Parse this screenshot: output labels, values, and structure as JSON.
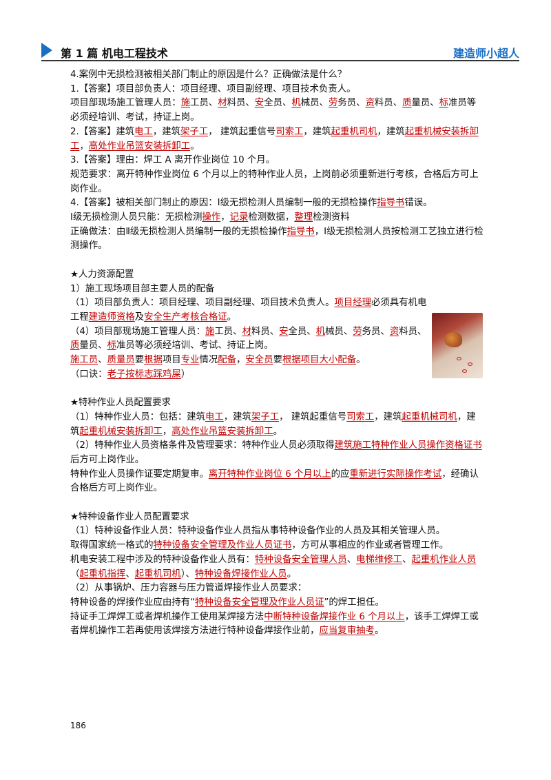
{
  "header": {
    "left": "第 1 篇 机电工程技术",
    "right": "建造师小超人"
  },
  "page_number": "186",
  "colors": {
    "accent_blue": "#1a6fc4",
    "highlight_red": "#c00000"
  },
  "paragraphs": [
    [
      [
        "4.案例中无损检测被相关部门制止的原因是什么？正确做法是什么？",
        0
      ]
    ],
    [
      [
        "1.【答案】项目部负责人：项目经理、项目副经理、项目技术负责人。",
        0
      ]
    ],
    [
      [
        "项目部现场施工管理人员：",
        0
      ],
      [
        "施",
        1
      ],
      [
        "工员、",
        0
      ],
      [
        "材",
        1
      ],
      [
        "料员、",
        0
      ],
      [
        "安",
        1
      ],
      [
        "全员、",
        0
      ],
      [
        "机",
        1
      ],
      [
        "械员、",
        0
      ],
      [
        "劳",
        1
      ],
      [
        "务员、",
        0
      ],
      [
        "资",
        1
      ],
      [
        "料员、",
        0
      ],
      [
        "质",
        1
      ],
      [
        "量员、",
        0
      ],
      [
        "标",
        1
      ],
      [
        "准员等必须经培训、考试，持证上岗。",
        0
      ]
    ],
    [
      [
        "2.【答案】建筑",
        0
      ],
      [
        "电工",
        1
      ],
      [
        "，建筑",
        0
      ],
      [
        "架子工",
        1
      ],
      [
        "，  建筑起重信号",
        0
      ],
      [
        "司索工",
        1
      ],
      [
        "，建筑",
        0
      ],
      [
        "起重机司机",
        1
      ],
      [
        "，建筑",
        0
      ],
      [
        "起重机械安装拆卸工",
        1
      ],
      [
        "，",
        0
      ],
      [
        "高处作业吊篮安装拆卸工",
        1
      ],
      [
        "。",
        0
      ]
    ],
    [
      [
        "3.【答案】理由：焊工 A 离开作业岗位 10 个月。",
        0
      ]
    ],
    [
      [
        "规范要求：离开特种作业岗位 6 个月以上的特种作业人员，上岗前必须重新进行考核，合格后方可上岗作业。",
        0
      ]
    ],
    [
      [
        "4.【答案】被相关部门制止的原因：Ⅰ级无损检测人员编制一般的无损检操作",
        0
      ],
      [
        "指导书",
        1
      ],
      [
        "错误。",
        0
      ]
    ],
    [
      [
        "Ⅰ级无损检测人员只能：无损检测",
        0
      ],
      [
        "操作",
        1
      ],
      [
        "，",
        0
      ],
      [
        "记录",
        1
      ],
      [
        "检测数据，",
        0
      ],
      [
        "整理",
        1
      ],
      [
        "检测资料",
        0
      ]
    ],
    [
      [
        "正确做法：由Ⅱ级无损检测人员编制一般的无损检操作",
        0
      ],
      [
        "指导书",
        1
      ],
      [
        "，Ⅰ级无损检测人员按检测工艺独立进行检测操作。",
        0
      ]
    ],
    [],
    [
      [
        "★人力资源配置",
        0
      ]
    ],
    [
      [
        "1）施工现场项目部主要人员的配备",
        0
      ]
    ],
    [
      [
        "（1）项目部负责人：项目经理、项目副经理、项目技术负责人。",
        0
      ],
      [
        "项目经理",
        1
      ],
      [
        "必须具有机电工程",
        0
      ],
      [
        "建造师资格",
        1
      ],
      [
        "及",
        0
      ],
      [
        "安全生产考核合格证",
        1
      ],
      [
        "。",
        0
      ]
    ],
    [
      [
        "（4）项目部现场施工管理人员：",
        0
      ],
      [
        "施",
        1
      ],
      [
        "工员、",
        0
      ],
      [
        "材",
        1
      ],
      [
        "料员、",
        0
      ],
      [
        "安",
        1
      ],
      [
        "全员、",
        0
      ],
      [
        "机",
        1
      ],
      [
        "械员、",
        0
      ],
      [
        "劳",
        1
      ],
      [
        "务员、",
        0
      ],
      [
        "资",
        1
      ],
      [
        "料员、",
        0
      ],
      [
        "质",
        1
      ],
      [
        "量员、",
        0
      ],
      [
        "标",
        1
      ],
      [
        "准员等必须经培训、考试、持证上岗。",
        0
      ]
    ],
    [
      [
        "施工员",
        1
      ],
      [
        "、",
        0
      ],
      [
        "质量员",
        1
      ],
      [
        "要",
        0
      ],
      [
        "根据",
        1
      ],
      [
        "项目",
        0
      ],
      [
        "专业",
        1
      ],
      [
        "情况",
        0
      ],
      [
        "配备",
        1
      ],
      [
        "，",
        0
      ],
      [
        "安全员",
        1
      ],
      [
        "要",
        0
      ],
      [
        "根据项目大小配备",
        1
      ],
      [
        "。",
        0
      ]
    ],
    [
      [
        "（口诀：",
        0
      ],
      [
        "老子按标志踩鸡屎",
        1
      ],
      [
        "）",
        0
      ]
    ],
    [],
    [
      [
        "★特种作业人员配置要求",
        0
      ]
    ],
    [
      [
        "（1）特种作业人员：包括：建筑",
        0
      ],
      [
        "电工",
        1
      ],
      [
        "，建筑",
        0
      ],
      [
        "架子工",
        1
      ],
      [
        "，  建筑起重信号",
        0
      ],
      [
        "司索工",
        1
      ],
      [
        "，建筑",
        0
      ],
      [
        "起重机械司机",
        1
      ],
      [
        "，建筑",
        0
      ],
      [
        "起重机械安装拆卸工",
        1
      ],
      [
        "，",
        0
      ],
      [
        "高处作业吊篮安装拆卸工",
        1
      ],
      [
        "。",
        0
      ]
    ],
    [
      [
        "（2）特种作业人员资格条件及管理要求：特种作业人员必须取得",
        0
      ],
      [
        "建筑施工特种作业人员操作资格证书",
        1
      ],
      [
        "后方可上岗作业。",
        0
      ]
    ],
    [
      [
        "特种作业人员操作证要定期复审。",
        0
      ],
      [
        "离开特种作业岗位 6 个月以上",
        1
      ],
      [
        "的应",
        0
      ],
      [
        "重新进行实际操作考试",
        1
      ],
      [
        "，经确认合格后方可上岗作业。",
        0
      ]
    ],
    [],
    [
      [
        "★特种设备作业人员配置要求",
        0
      ]
    ],
    [
      [
        "（1）特种设备作业人员：特种设备作业人员指从事特种设备作业的人员及其相关管理人员。",
        0
      ]
    ],
    [
      [
        "取得国家统一格式的",
        0
      ],
      [
        "特种设备安全管理及作业人员证书",
        1
      ],
      [
        "，方可从事相应的作业或者管理工作。",
        0
      ]
    ],
    [
      [
        "机电安装工程中涉及的特种设备作业人员有：",
        0
      ],
      [
        "特种设备安全管理人员",
        1
      ],
      [
        "、",
        0
      ],
      [
        "电梯维修工",
        1
      ],
      [
        "、",
        0
      ],
      [
        "起重机作业人员",
        1
      ],
      [
        "（",
        0
      ],
      [
        "起重机指挥",
        1
      ],
      [
        "、",
        0
      ],
      [
        "起重机司机",
        1
      ],
      [
        "）、",
        0
      ],
      [
        "特种设备焊接作业人员",
        1
      ],
      [
        "。",
        0
      ]
    ],
    [
      [
        "（2）从事锅炉、压力容器与压力管道焊接作业人员要求：",
        0
      ]
    ],
    [
      [
        "特种设备的焊接作业应由持有“",
        0
      ],
      [
        "特种设备安全管理及作业人员证",
        1
      ],
      [
        "”的焊工担任。",
        0
      ]
    ],
    [
      [
        "持证手工焊焊工或者焊机操作工使用某焊接方法",
        0
      ],
      [
        "中断特种设备焊接作业 6 个月以上",
        1
      ],
      [
        "，该手工焊焊工或者焊机操作工若再使用该焊接方法进行特种设备焊接作业前，",
        0
      ],
      [
        "应当复审抽考",
        1
      ],
      [
        "。",
        0
      ]
    ]
  ]
}
